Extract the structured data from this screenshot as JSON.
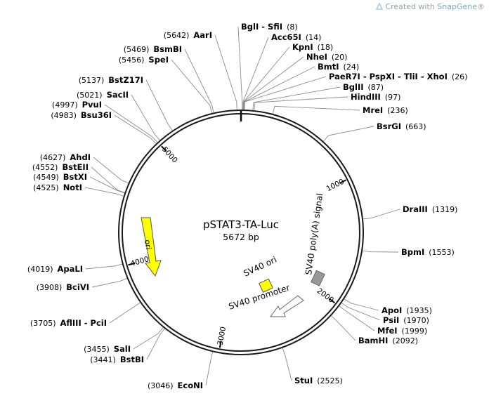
{
  "watermark": {
    "prefix": "Created with ",
    "brand": "SnapGene",
    "mark": "®"
  },
  "plasmid": {
    "name": "pSTAT3-TA-Luc",
    "size_label": "5672 bp",
    "length": 5672
  },
  "ticks": [
    {
      "position": 1000,
      "label": "1000"
    },
    {
      "position": 2000,
      "label": "2000"
    },
    {
      "position": 3000,
      "label": "3000"
    },
    {
      "position": 4000,
      "label": "4000"
    },
    {
      "position": 5000,
      "label": "5000"
    }
  ],
  "features": [
    {
      "name": "ori",
      "color": "#ffff00"
    },
    {
      "name": "SV40 ori",
      "color": "#ffff00"
    },
    {
      "name": "SV40 promoter",
      "color": "#ffffff"
    },
    {
      "name": "SV40 poly(A) signal",
      "color": "#999999"
    }
  ],
  "sites": [
    {
      "name": "BglI - SfiI",
      "pos": "(8)"
    },
    {
      "name": "Acc65I",
      "pos": "(14)"
    },
    {
      "name": "KpnI",
      "pos": "(18)"
    },
    {
      "name": "NheI",
      "pos": "(20)"
    },
    {
      "name": "BmtI",
      "pos": "(24)"
    },
    {
      "name": "PaeR7I - PspXI - TliI - XhoI",
      "pos": "(26)"
    },
    {
      "name": "BglII",
      "pos": "(87)"
    },
    {
      "name": "HindIII",
      "pos": "(97)"
    },
    {
      "name": "MreI",
      "pos": "(236)"
    },
    {
      "name": "BsrGI",
      "pos": "(663)"
    },
    {
      "name": "DraIII",
      "pos": "(1319)"
    },
    {
      "name": "BpmI",
      "pos": "(1553)"
    },
    {
      "name": "ApoI",
      "pos": "(1935)"
    },
    {
      "name": "PsiI",
      "pos": "(1970)"
    },
    {
      "name": "MfeI",
      "pos": "(1999)"
    },
    {
      "name": "BamHI",
      "pos": "(2092)"
    },
    {
      "name": "StuI",
      "pos": "(2525)"
    },
    {
      "name": "EcoNI",
      "pos": "(3046)"
    },
    {
      "name": "BstBI",
      "pos": "(3441)"
    },
    {
      "name": "SalI",
      "pos": "(3455)"
    },
    {
      "name": "AflIII - PciI",
      "pos": "(3705)"
    },
    {
      "name": "BciVI",
      "pos": "(3908)"
    },
    {
      "name": "ApaLI",
      "pos": "(4019)"
    },
    {
      "name": "NotI",
      "pos": "(4525)"
    },
    {
      "name": "BstXI",
      "pos": "(4549)"
    },
    {
      "name": "BstEII",
      "pos": "(4552)"
    },
    {
      "name": "AhdI",
      "pos": "(4627)"
    },
    {
      "name": "Bsu36I",
      "pos": "(4983)"
    },
    {
      "name": "PvuI",
      "pos": "(4997)"
    },
    {
      "name": "SacII",
      "pos": "(5021)"
    },
    {
      "name": "BstZ17I",
      "pos": "(5137)"
    },
    {
      "name": "SpeI",
      "pos": "(5456)"
    },
    {
      "name": "BsmBI",
      "pos": "(5469)"
    },
    {
      "name": "AarI",
      "pos": "(5642)"
    }
  ]
}
